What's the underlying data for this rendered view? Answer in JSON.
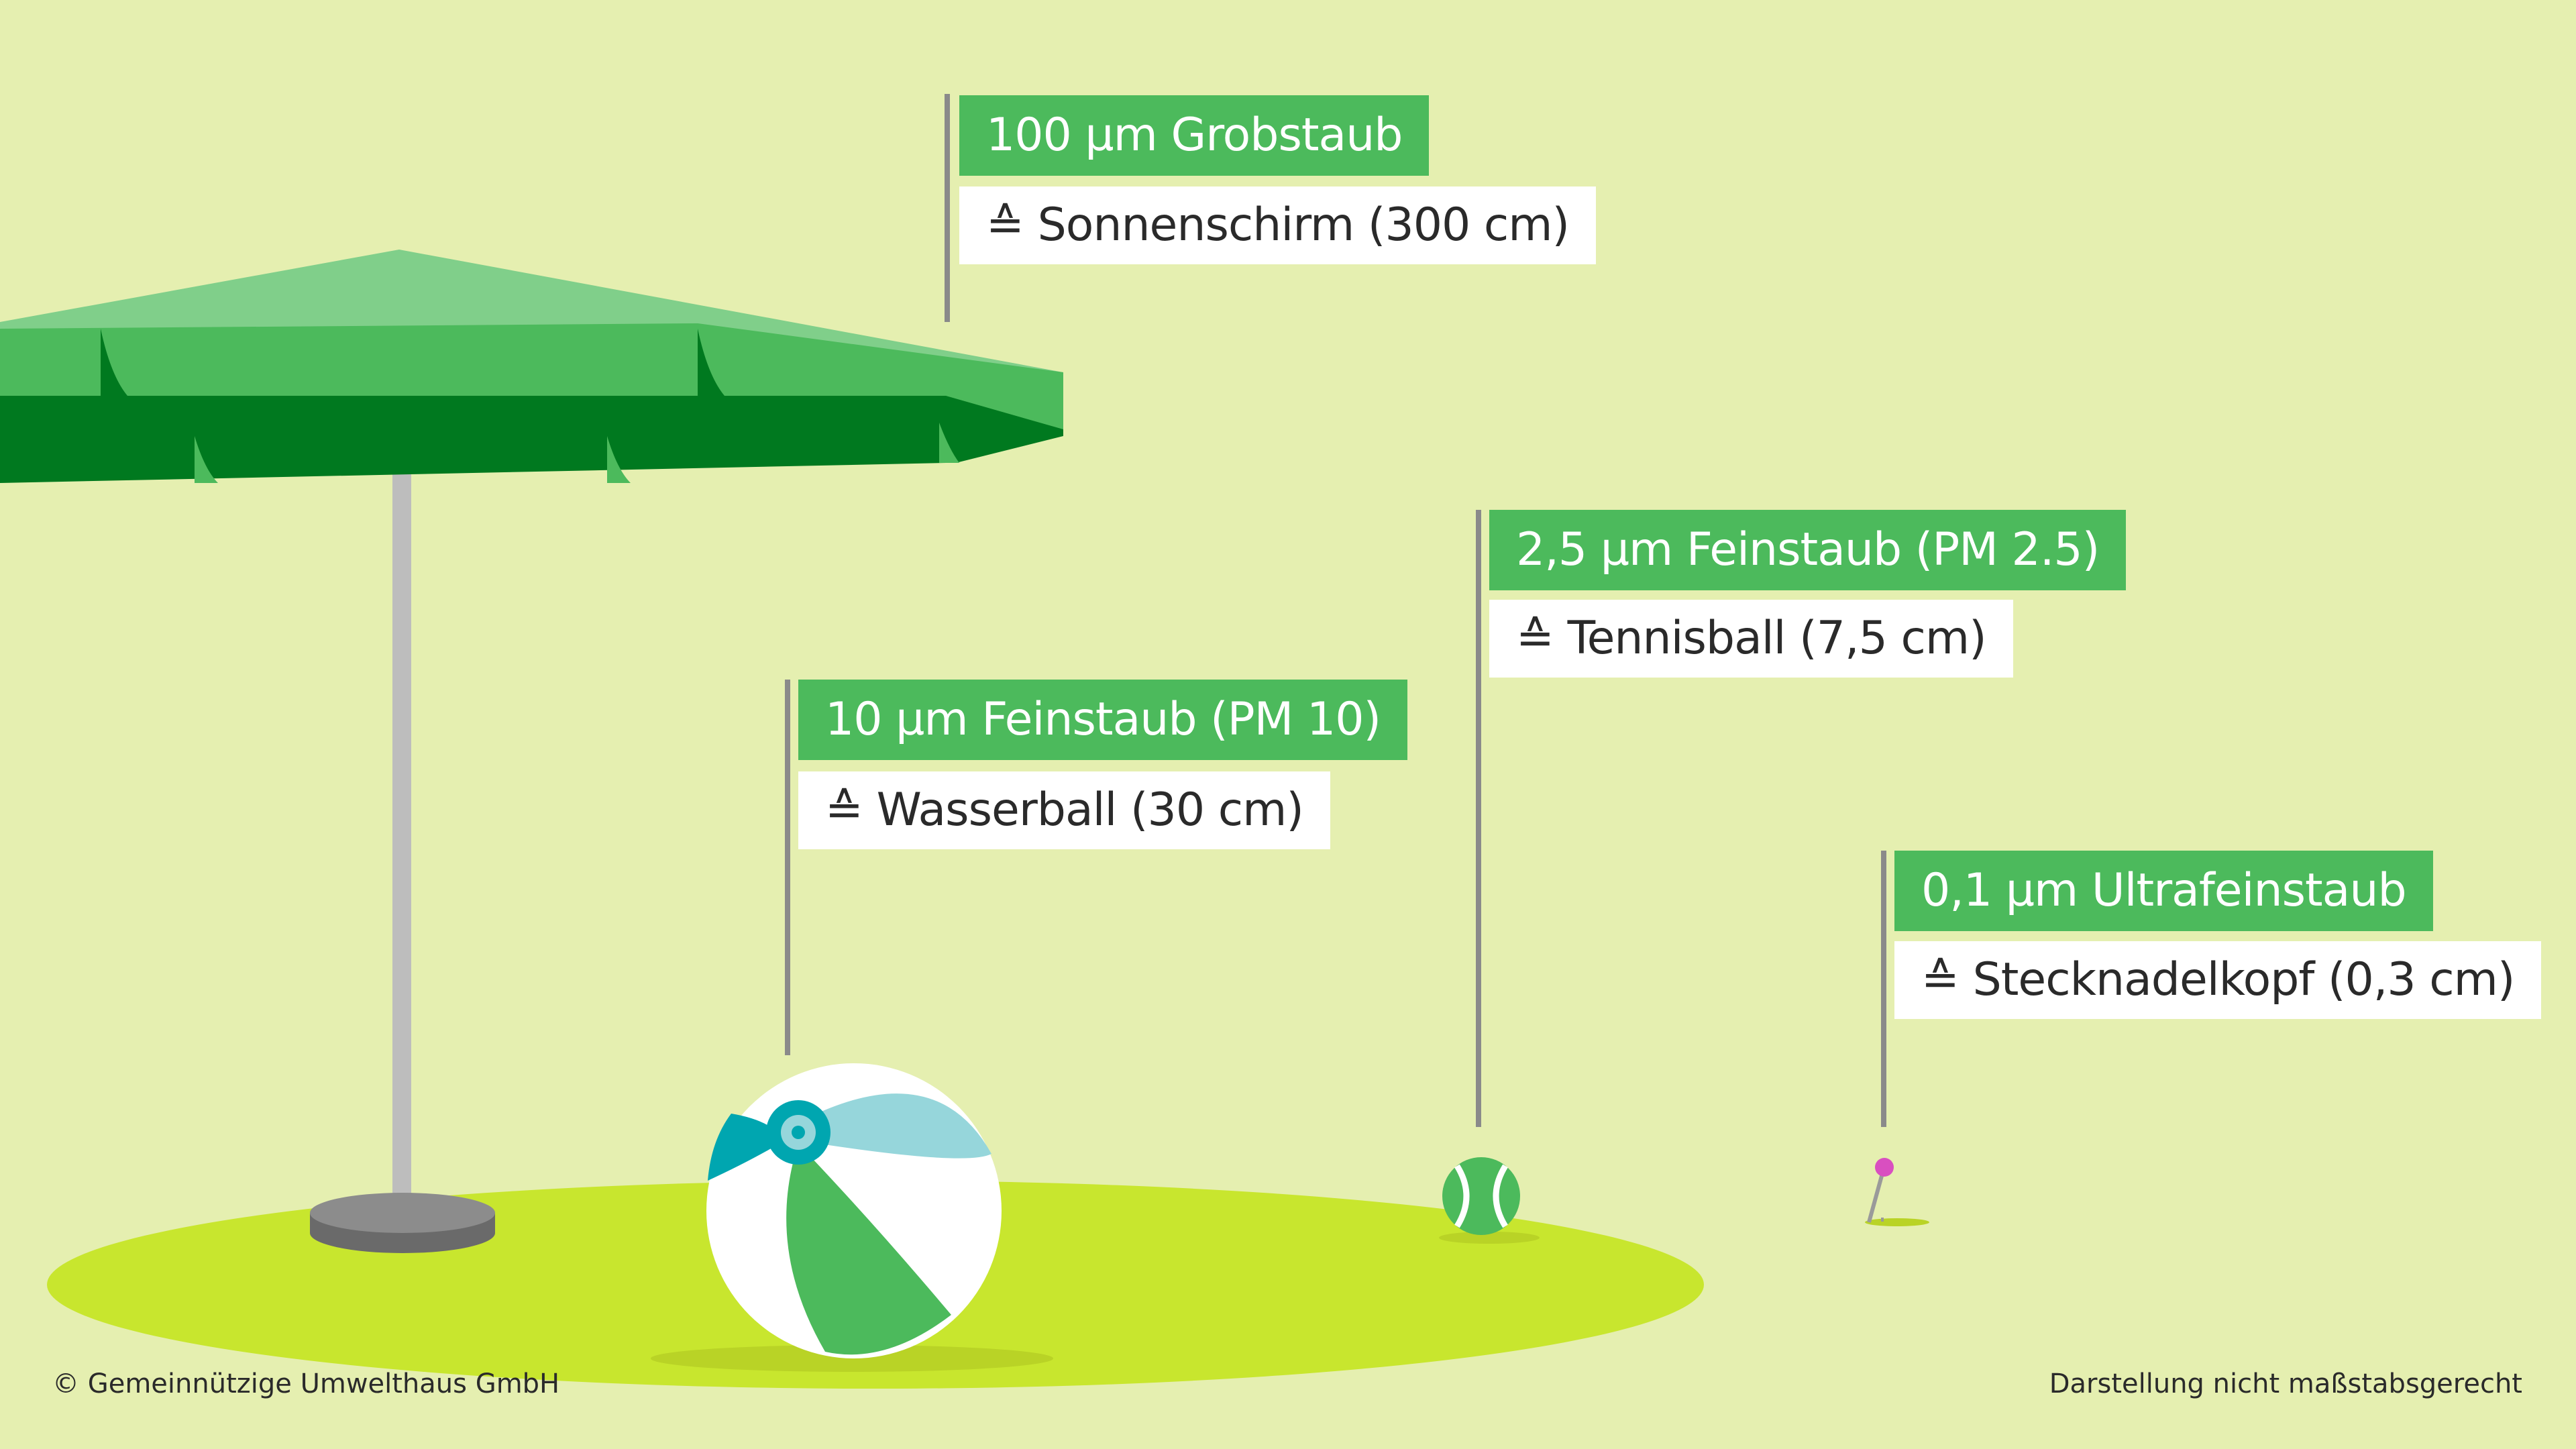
{
  "labels": [
    {
      "id": "coarse",
      "title": "100 µm Grobstaub",
      "comparison": "≙ Sonnenschirm (300 cm)"
    },
    {
      "id": "pm10",
      "title": "10 µm Feinstaub (PM 10)",
      "comparison": "≙ Wasserball (30 cm)"
    },
    {
      "id": "pm25",
      "title": "2,5 µm Feinstaub (PM 2.5)",
      "comparison": "≙ Tennisball (7,5 cm)"
    },
    {
      "id": "ultrafine",
      "title": "0,1 µm Ultrafeinstaub",
      "comparison": "≙ Stecknadelkopf (0,3 cm)"
    }
  ],
  "footer": {
    "copyright": "© Gemeinnützige Umwelthaus GmbH",
    "note": "Darstellung nicht maßstabsgerecht"
  },
  "colors": {
    "background": "#e5efb0",
    "lawn": "#c8e62e",
    "label_green": "#4cba5c",
    "umbrella_light": "#80cf8a",
    "umbrella_mid": "#4cba5c",
    "umbrella_dark": "#00791f",
    "pin_head": "#d94fc0",
    "ball_teal": "#00a6b0",
    "ball_light_teal": "#96d6db"
  },
  "icons": [
    "umbrella-icon",
    "beach-ball-icon",
    "tennis-ball-icon",
    "pin-icon"
  ]
}
